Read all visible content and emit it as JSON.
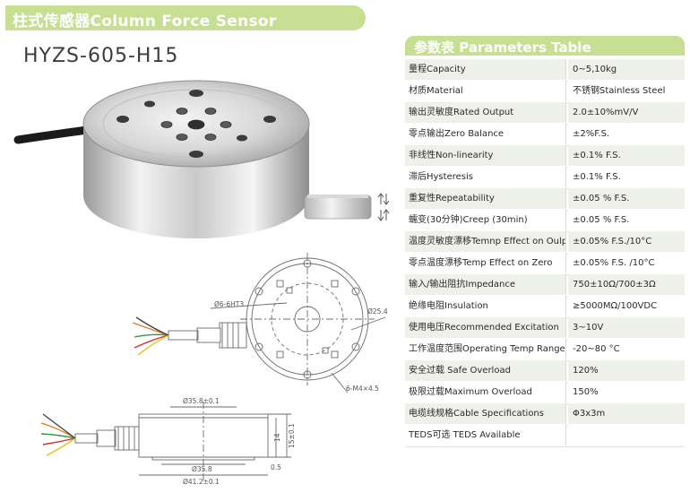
{
  "header": {
    "title": "柱式传感器Column Force Sensor"
  },
  "product": {
    "model": "HYZS-605-H15"
  },
  "drawing": {
    "hole_label": "Ø6-6HT3",
    "dia_25": "Ø25.4",
    "thread": "6-M4×4.5",
    "dim_358_tol": "Ø35.8±0.1",
    "dim_358": "Ø35.8",
    "dim_412": "Ø41.2±0.1",
    "h14": "14",
    "h15": "15±0.1",
    "h05": "0.5"
  },
  "table": {
    "title": "参数表  Parameters Table",
    "rows": [
      {
        "name": "量程Capacity",
        "value": "0~5,10kg"
      },
      {
        "name": "材质Material",
        "value": "不锈钢Stainless Steel"
      },
      {
        "name": "输出灵敏度Rated Output",
        "value": "2.0±10%mV/V"
      },
      {
        "name": "零点输出Zero Balance",
        "value": "±2%F.S."
      },
      {
        "name": "非线性Non-linearity",
        "value": "±0.1% F.S."
      },
      {
        "name": "滞后Hysteresis",
        "value": "±0.1% F.S."
      },
      {
        "name": "重复性Repeatability",
        "value": "±0.05 % F.S."
      },
      {
        "name": "蠕变(30分钟)Creep (30min)",
        "value": "±0.05 % F.S."
      },
      {
        "name": "温度灵敏度漂移Temnp Effect on Oulput",
        "value": "±0.05% F.S./10°C"
      },
      {
        "name": "零点温度漂移Temp Effect on Zero",
        "value": "±0.05% F.S. /10°C"
      },
      {
        "name": "输入/输出阻抗Impedance",
        "value": "750±10Ω/700±3Ω"
      },
      {
        "name": "绝缘电阻Insulation",
        "value": "≥5000MΩ/100VDC"
      },
      {
        "name": "使用电压Recommended Excitation",
        "value": "3~10V"
      },
      {
        "name": "工作温度范围Operating Temp Range",
        "value": "-20~80 °C"
      },
      {
        "name": "安全过载 Safe Overload",
        "value": "120%"
      },
      {
        "name": "极限过载Maximum Overload",
        "value": "150%"
      },
      {
        "name": "电缆线规格Cable Specifications",
        "value": "Φ3x3m"
      },
      {
        "name": "TEDS可选 TEDS Available",
        "value": ""
      }
    ]
  }
}
